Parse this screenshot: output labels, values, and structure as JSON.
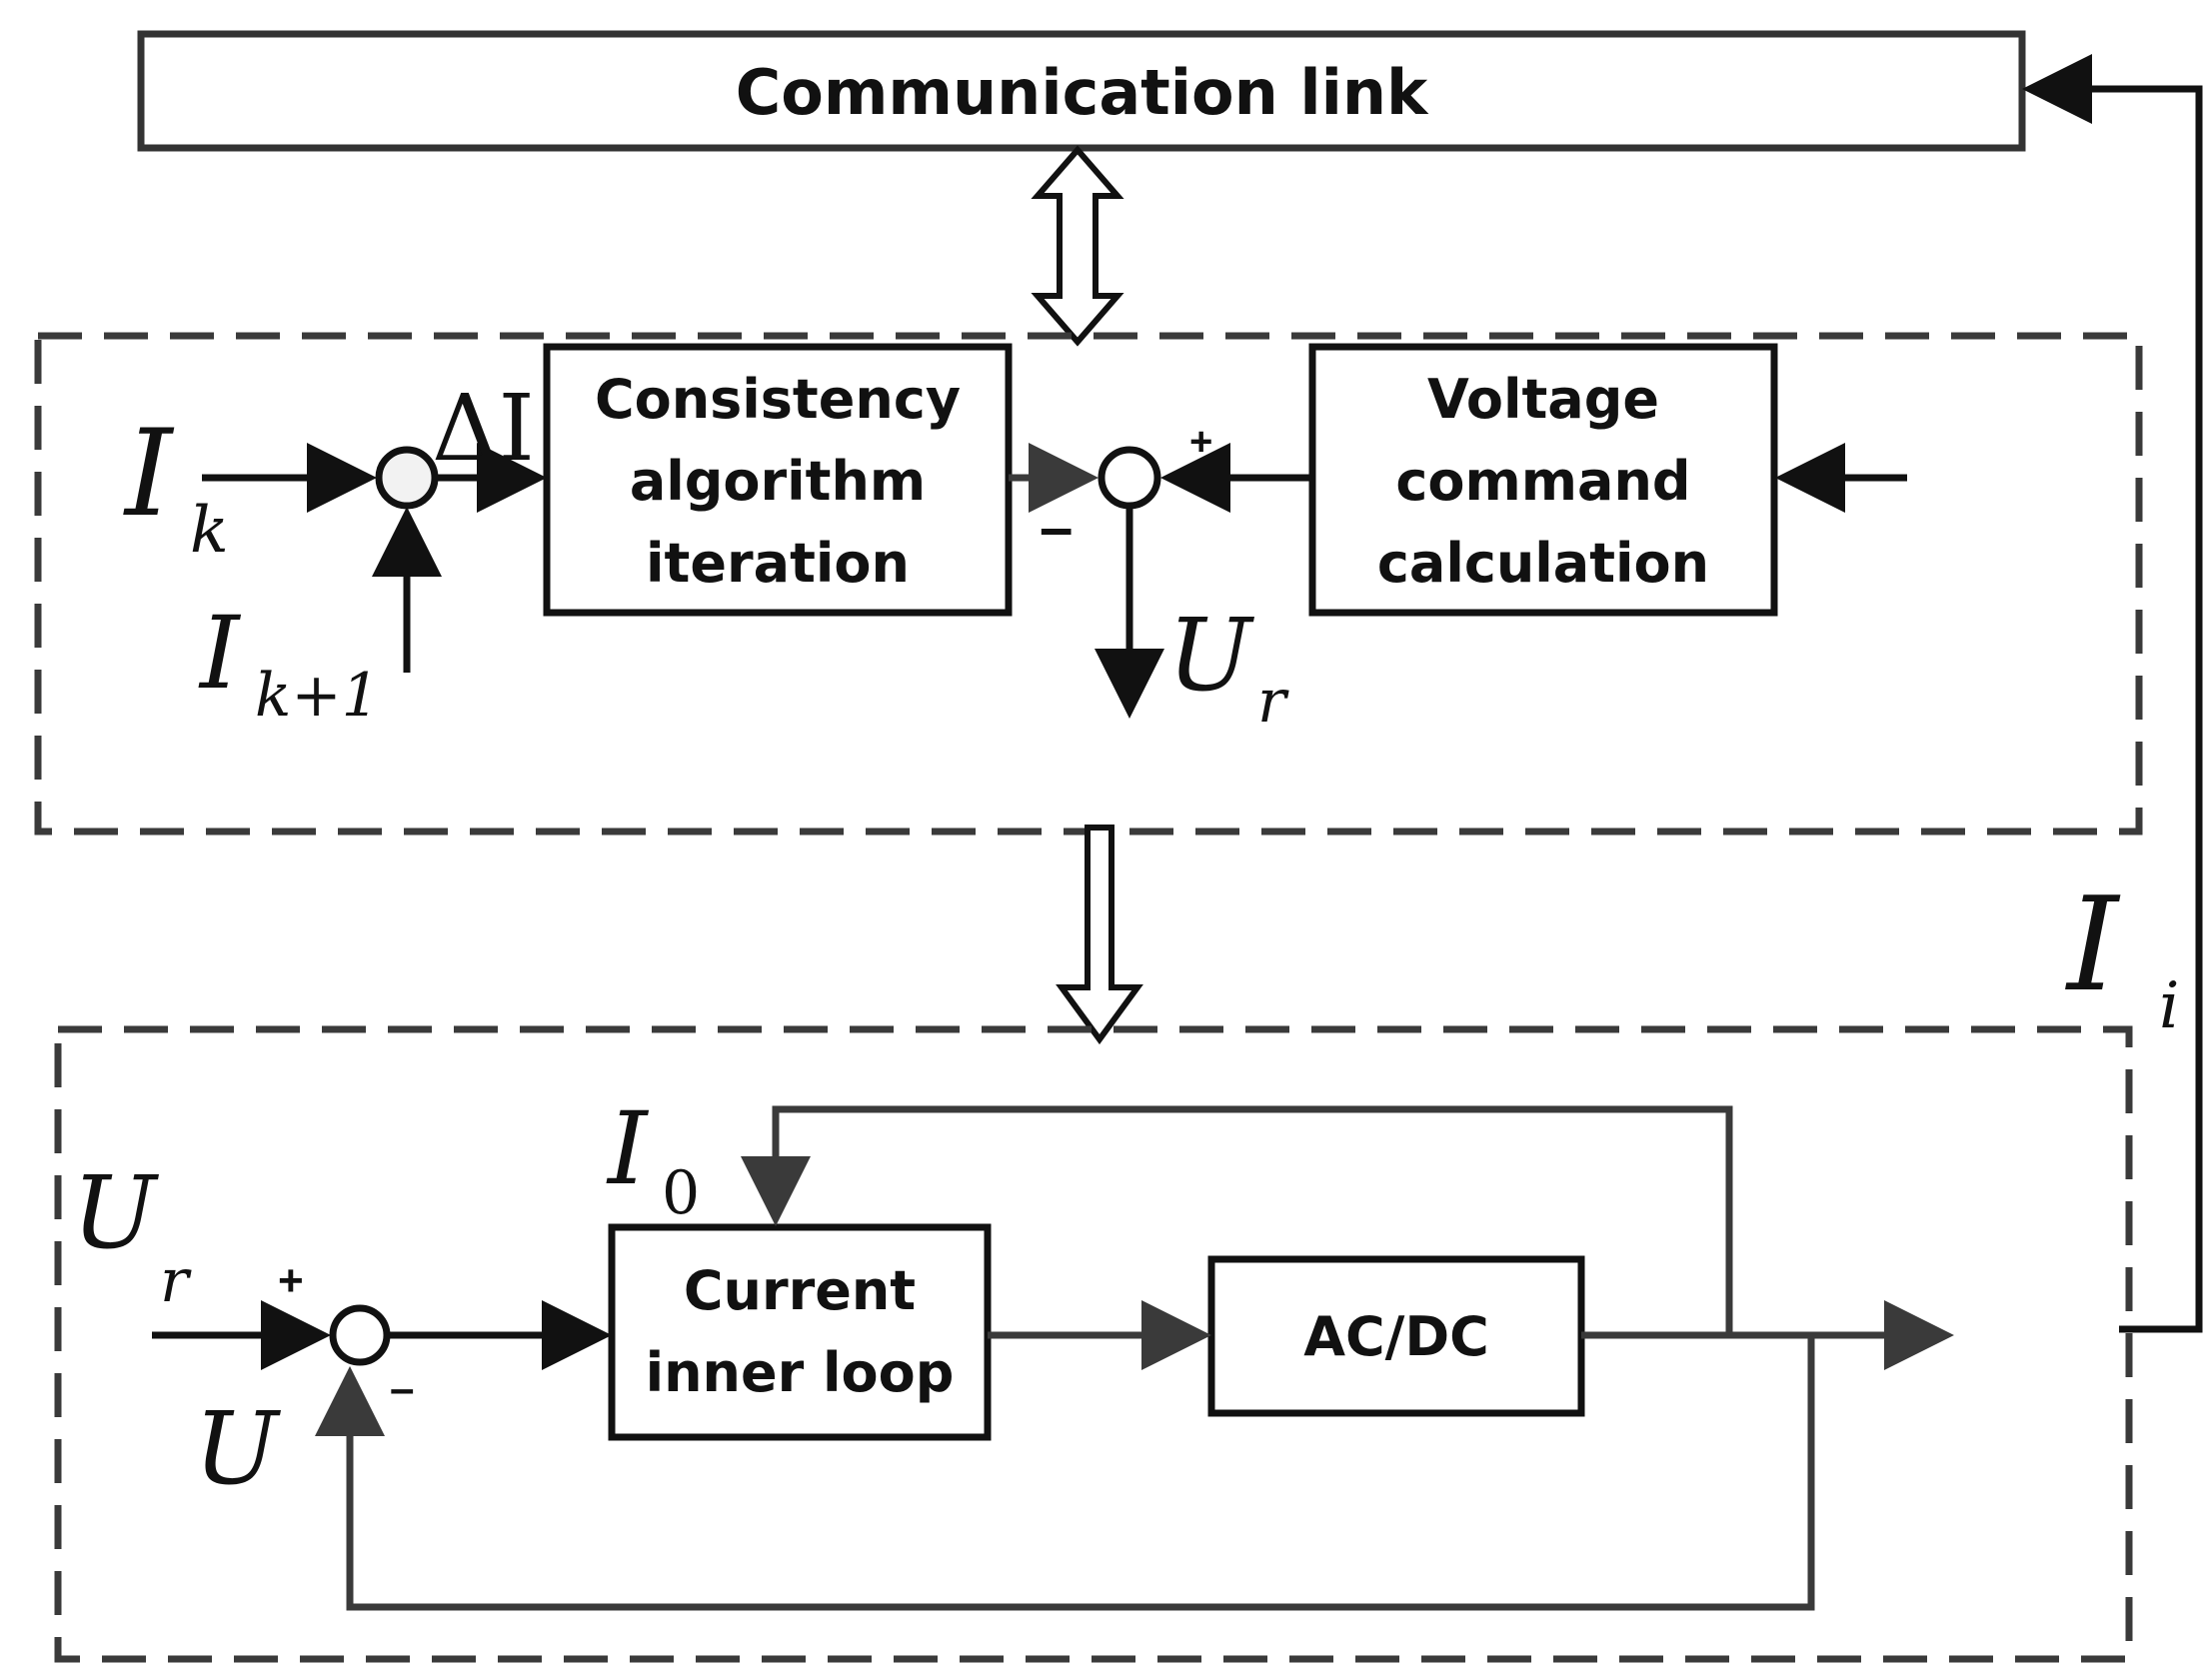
{
  "communication_link": {
    "label": "Communication link"
  },
  "upper_block": {
    "consistency_box": [
      "Consistency",
      "algorithm",
      "iteration"
    ],
    "voltage_box": [
      "Voltage",
      "command",
      "calculation"
    ],
    "input_current": {
      "symbol": "I",
      "subscript": "k"
    },
    "next_current": {
      "symbol": "I",
      "subscript": "k+1"
    },
    "delta_symbol": "ΔI",
    "output_voltage": {
      "symbol": "U",
      "subscript": "r"
    },
    "plus_sign": "+",
    "minus_sign": "–"
  },
  "lower_block": {
    "current_loop_box": [
      "Current",
      "inner loop"
    ],
    "acdc_box": "AC/DC",
    "ref_voltage": {
      "symbol": "U",
      "subscript": "r"
    },
    "feedback_voltage": "U",
    "current_zero": {
      "symbol": "I",
      "subscript": "0"
    },
    "plus_sign": "+",
    "minus_sign": "–"
  },
  "feedback_current": {
    "symbol": "I",
    "subscript": "i"
  }
}
